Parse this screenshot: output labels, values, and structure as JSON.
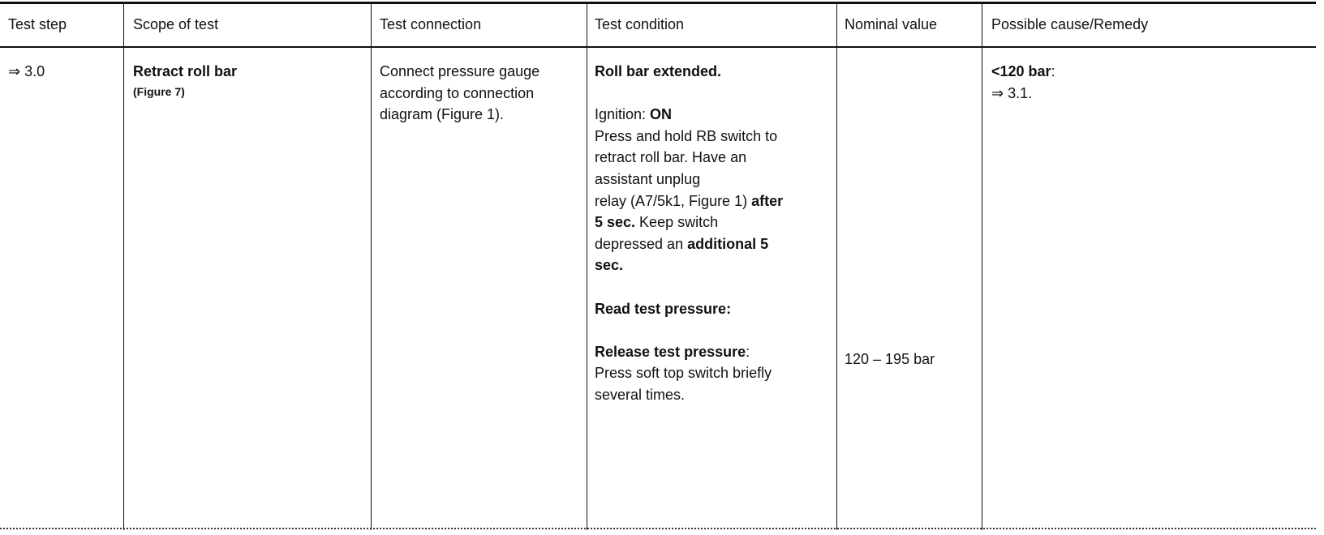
{
  "table": {
    "headers": [
      "Test step",
      "Scope of test",
      "Test connection",
      "Test condition",
      "Nominal value",
      "Possible cause/Remedy"
    ],
    "row": {
      "test_step": "⇒ 3.0",
      "scope": {
        "title": "Retract roll bar",
        "ref": "(Figure 7)"
      },
      "connection": [
        "Connect pressure gauge",
        "according to connection",
        "diagram (Figure 1)."
      ],
      "condition": {
        "c1": "Roll bar extended.",
        "c2_label": "Ignition: ",
        "c2_value": "ON",
        "c3": [
          "Press and hold RB switch to",
          "retract roll bar. Have an",
          "assistant unplug"
        ],
        "c4_text": "relay (A7/5k1, Figure 1) ",
        "c4_bold": "after",
        "c5_bold": "5 sec.",
        "c5_text": " Keep switch",
        "c6_text": "depressed an ",
        "c6_bold": "additional 5",
        "c7_bold": "sec.",
        "c8": "Read test pressure:",
        "c9": "Release test pressure",
        "c9_colon": ":",
        "c10": [
          "Press soft top switch briefly",
          "several times."
        ]
      },
      "nominal_value": "120 – 195 bar",
      "remedy": {
        "threshold": "<120 bar",
        "threshold_colon": ":",
        "action": "⇒ 3.1."
      }
    }
  }
}
